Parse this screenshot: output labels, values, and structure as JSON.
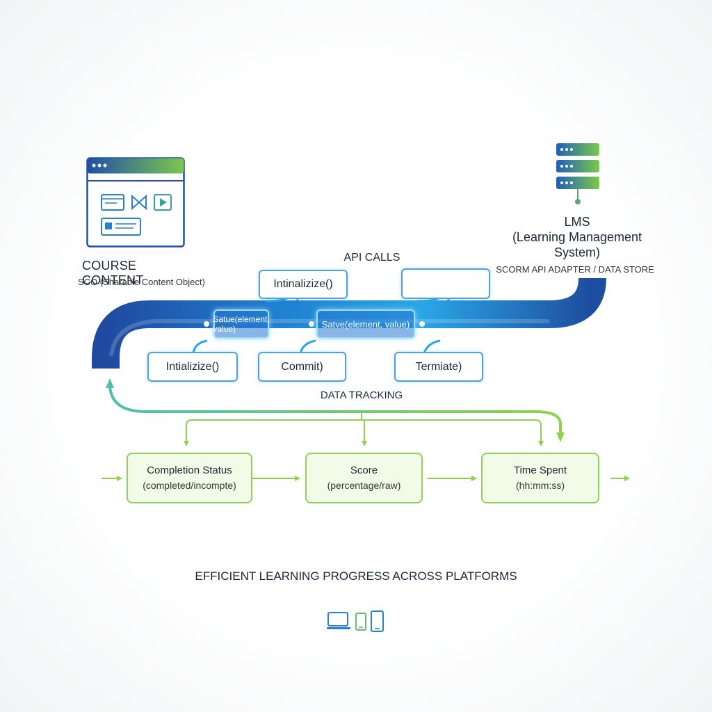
{
  "course": {
    "title": "COURSE CONTENT",
    "subtitle": "SCO (Sharable Content Object)"
  },
  "lms": {
    "title_line1": "LMS",
    "title_line2": "(Learning Management",
    "title_line3": "System)",
    "subtitle": "SCORM API ADAPTER / DATA STORE"
  },
  "api_calls": {
    "heading": "API CALLS",
    "top_boxes": [
      "Intinalizize()",
      ""
    ],
    "pipe_labels": [
      "Satue(element, value)",
      "Satve(element, value)"
    ],
    "bottom_boxes": [
      "Intializize()",
      "Commit)",
      "Termiate)"
    ]
  },
  "data_tracking": {
    "heading": "DATA TRACKING",
    "metrics": [
      {
        "label": "Completion Status",
        "sub": "(completed/incompte)"
      },
      {
        "label": "Score",
        "sub": "(percentage/raw)"
      },
      {
        "label": "Time Spent",
        "sub": "(hh:mm:ss)"
      }
    ]
  },
  "footer": {
    "title": "EFFICIENT LEARNING PROGRESS ACROSS PLATFORMS",
    "device_icons": [
      "laptop-icon",
      "phone-icon",
      "tablet-icon"
    ]
  },
  "colors": {
    "blue_dark": "#1f4fa8",
    "blue_light": "#2aa6e0",
    "green": "#8ccf4d",
    "box_border": "#4aa3dc"
  }
}
